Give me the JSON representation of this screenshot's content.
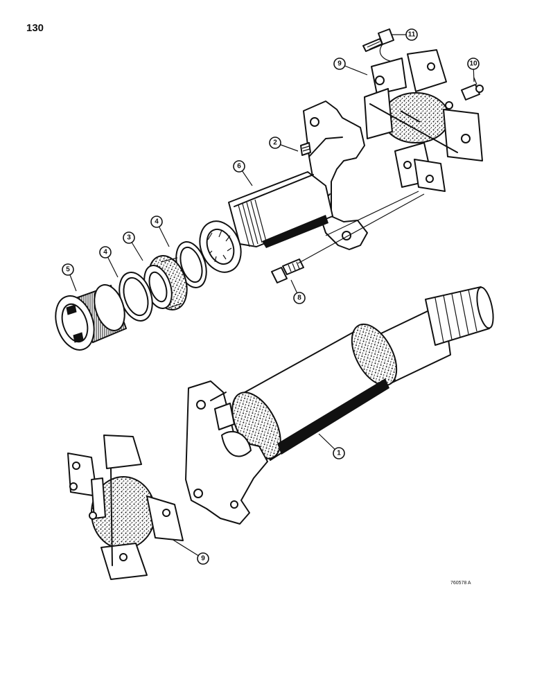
{
  "page": {
    "number": "130",
    "figure_ref": "760578 A"
  },
  "callouts": [
    {
      "id": "c1",
      "label": "1"
    },
    {
      "id": "c2",
      "label": "2"
    },
    {
      "id": "c3",
      "label": "3"
    },
    {
      "id": "c4a",
      "label": "4"
    },
    {
      "id": "c4b",
      "label": "4"
    },
    {
      "id": "c5",
      "label": "5"
    },
    {
      "id": "c6",
      "label": "6"
    },
    {
      "id": "c8",
      "label": "8"
    },
    {
      "id": "c9a",
      "label": "9"
    },
    {
      "id": "c9b",
      "label": "9"
    },
    {
      "id": "c10",
      "label": "10"
    },
    {
      "id": "c11",
      "label": "11"
    }
  ]
}
